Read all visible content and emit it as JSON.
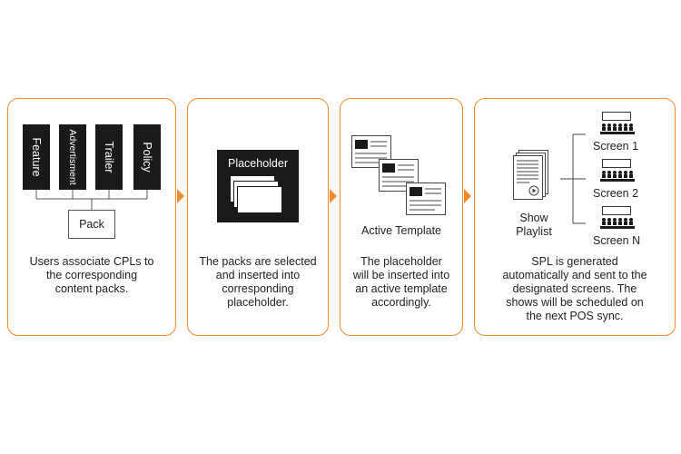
{
  "step1": {
    "cpls": [
      "Feature",
      "Advertisment",
      "Trailer",
      "Policy"
    ],
    "pack": "Pack",
    "description": [
      "Users associate CPLs to",
      "the corresponding",
      "content packs."
    ]
  },
  "step2": {
    "placeholder": "Placeholder",
    "description": [
      "The packs are selected",
      "and inserted into",
      "corresponding",
      "placeholder."
    ]
  },
  "step3": {
    "template_label": "Active Template",
    "description": [
      "The placeholder",
      "will be inserted into",
      "an active template",
      "accordingly."
    ]
  },
  "step4": {
    "playlist_label": [
      "Show",
      "Playlist"
    ],
    "screens": [
      "Screen 1",
      "Screen 2",
      "Screen N"
    ],
    "description": [
      "SPL is generated",
      "automatically and sent to the",
      "designated screens. The",
      "shows will be scheduled on",
      "the next POS sync."
    ]
  },
  "colors": {
    "accent": "#f08a2c",
    "dark": "#1a1a1a"
  }
}
